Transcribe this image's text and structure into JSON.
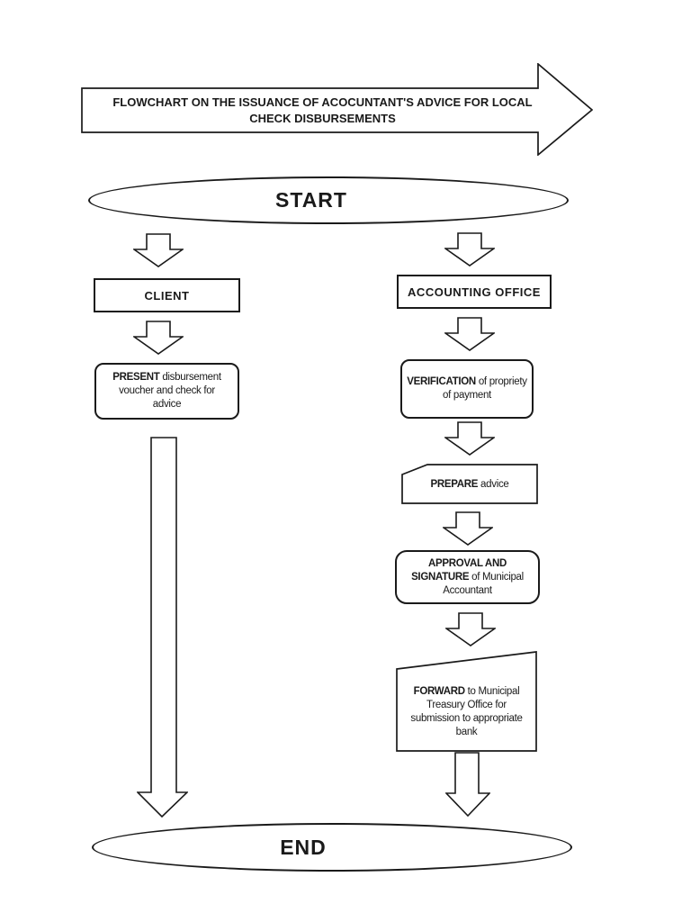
{
  "page": {
    "background": "#ffffff",
    "line_color": "#1a1a1a"
  },
  "title": {
    "line1": "FLOWCHART ON THE ISSUANCE OF ACOCUNTANT'S ADVICE FOR LOCAL",
    "line2": "CHECK DISBURSEMENTS"
  },
  "start": {
    "label": "START"
  },
  "end": {
    "label": "END"
  },
  "nodes": {
    "client_header": "CLIENT",
    "accounting_header": "ACCOUNTING OFFICE",
    "present": {
      "lines": [
        {
          "bold": "PRESENT",
          "rest": " disbursement"
        },
        {
          "bold": "",
          "rest": "voucher and check for"
        },
        {
          "bold": "",
          "rest": "advice"
        }
      ]
    },
    "verification": {
      "lines": [
        {
          "bold": "VERIFICATION",
          "rest": " of propriety"
        },
        {
          "bold": "",
          "rest": "of payment"
        }
      ]
    },
    "prepare": {
      "lines": [
        {
          "bold": "PREPARE",
          "rest": " advice"
        }
      ]
    },
    "approval": {
      "lines": [
        {
          "bold": "APPROVAL AND",
          "rest": ""
        },
        {
          "bold": "SIGNATURE",
          "rest": " of Municipal"
        },
        {
          "bold": "",
          "rest": "Accountant"
        }
      ]
    },
    "forward": {
      "lines": [
        {
          "bold": "FORWARD",
          "rest": " to Municipal"
        },
        {
          "bold": "",
          "rest": "Treasury Office for"
        },
        {
          "bold": "",
          "rest": "submission to appropriate"
        },
        {
          "bold": "",
          "rest": "bank"
        }
      ]
    }
  }
}
